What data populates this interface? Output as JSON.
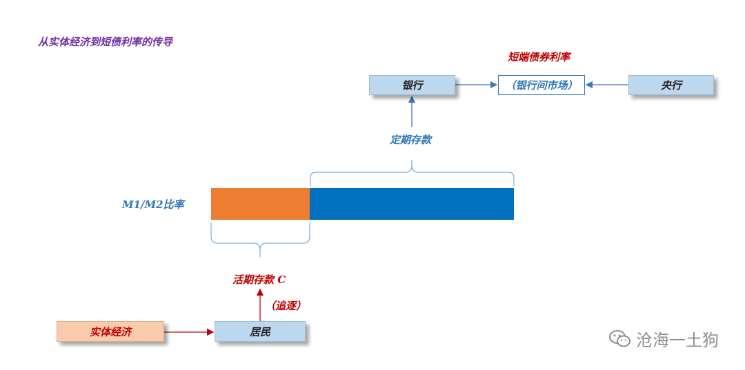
{
  "title": "从实体经济到短债利率的传导",
  "nodes": {
    "bank": "银行",
    "interbank": "（银行间市场）",
    "central_bank": "央行",
    "resident": "居民",
    "real_economy": "实体经济"
  },
  "labels": {
    "short_bond_rate": "短端债券利率",
    "time_deposit": "定期存款",
    "m1m2_ratio": "M1/M2比率",
    "demand_deposit": "活期存款 C",
    "chase": "（追逐）"
  },
  "ratio_bar": {
    "m1_fraction": 0.326,
    "colors": {
      "demand": "#ed7d31",
      "time": "#0070c0"
    }
  },
  "watermark": "沧海一土狗"
}
